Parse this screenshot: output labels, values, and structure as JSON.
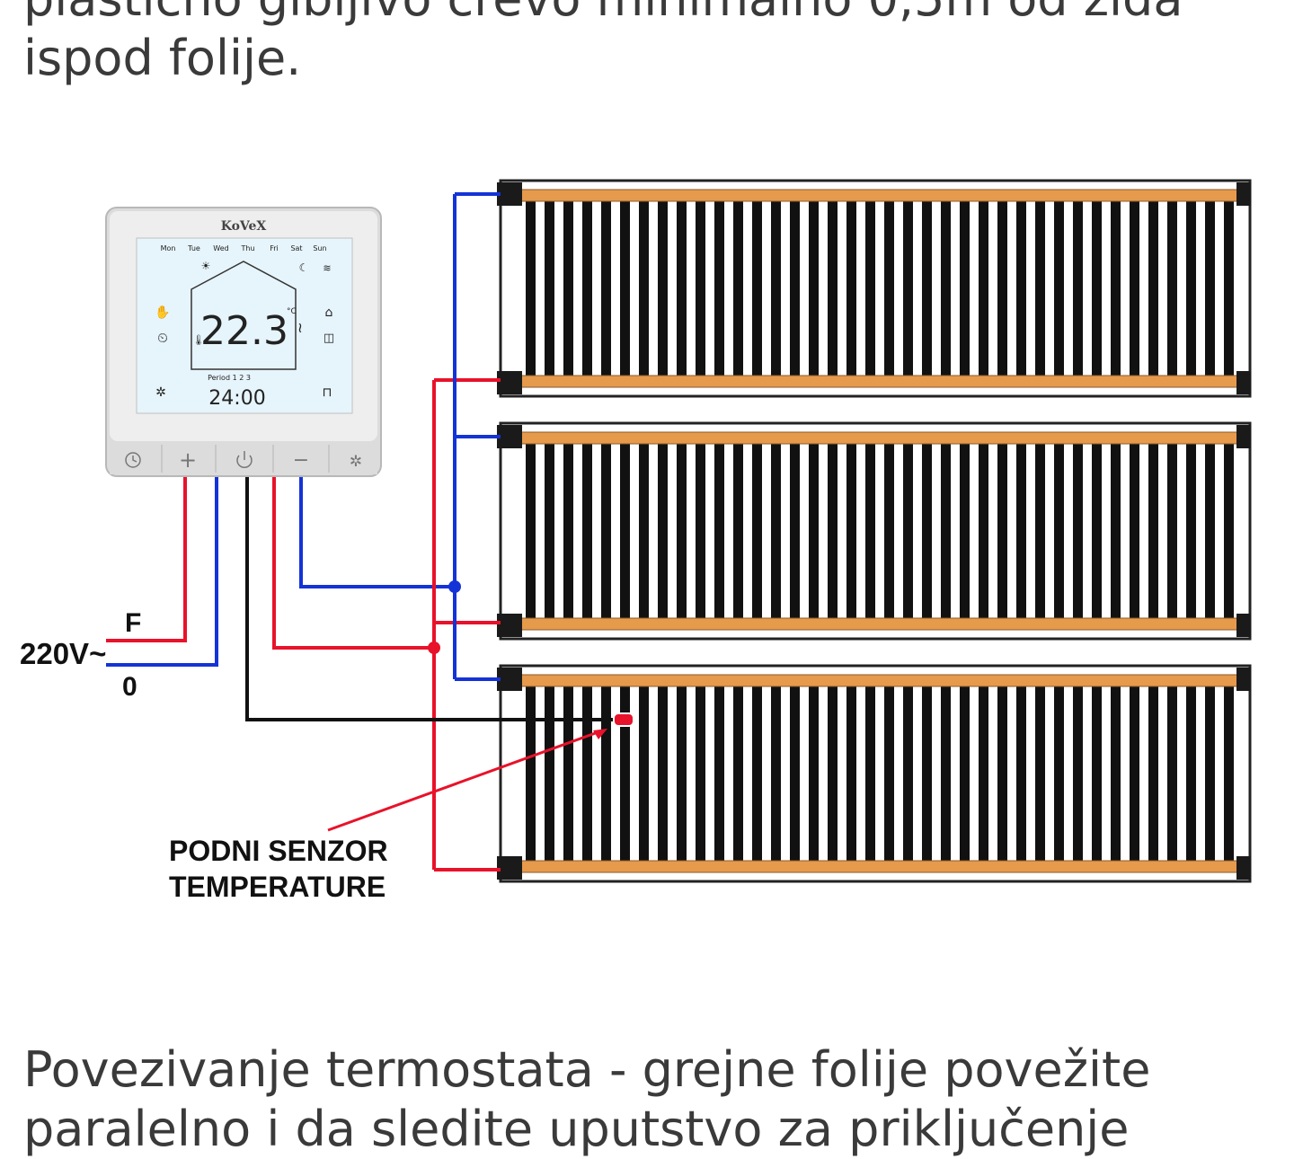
{
  "article": {
    "para_top_line1": "plastično gibljivo crevo minimalno 0,5m od zida",
    "para_top_line2": "ispod folije.",
    "para_bottom_line1": "Povezivanje termostata - grejne folije povežite",
    "para_bottom_line2": "paralelno i da sledite uputstvo za priključenje"
  },
  "diagram": {
    "thermostat": {
      "brand": "KoVeX",
      "days": [
        "Mon",
        "Tue",
        "Wed",
        "Thu",
        "Fri",
        "Sat",
        "Sun"
      ],
      "temperature": "22.3",
      "temp_unit": "°C",
      "period": "Period 1 2 3",
      "time": "24:00",
      "buttons": [
        "clock-icon",
        "plus-icon",
        "power-icon",
        "minus-icon",
        "sun-icon"
      ],
      "button_plus": "+",
      "button_minus": "−"
    },
    "power_label": "220V~",
    "phase_label": "F",
    "neutral_label": "0",
    "sensor_label_line1": "PODNI SENZOR",
    "sensor_label_line2": "TEMPERATURE",
    "colors": {
      "phase_wire": "#e8122a",
      "neutral_wire": "#1433d6",
      "sensor_wire": "#111111",
      "busbar": "#e69a4c",
      "strip": "#111111"
    }
  }
}
